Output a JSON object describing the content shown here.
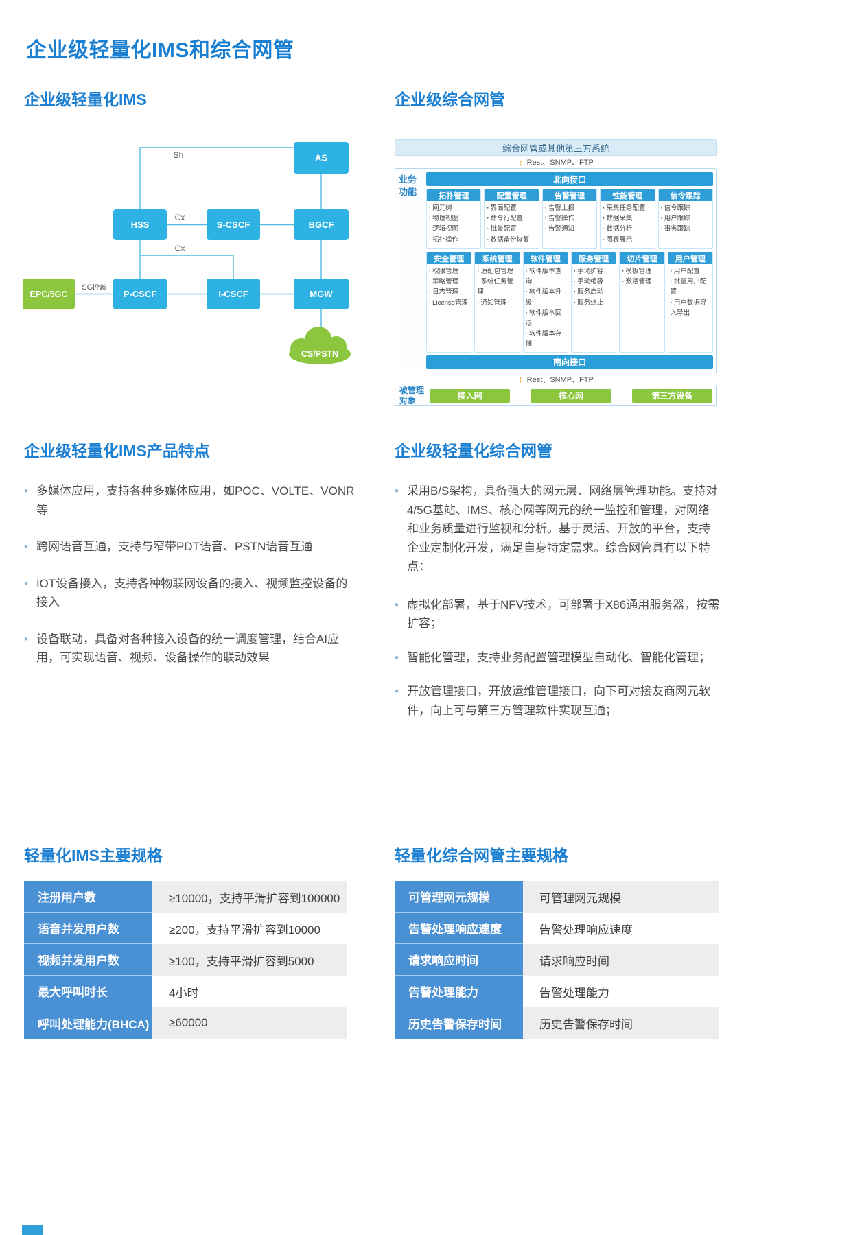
{
  "colors": {
    "heading_blue": "#1b7fd2",
    "node_cyan": "#2eb2e4",
    "node_green": "#8cc63f",
    "bar_blue": "#2a9ed9",
    "table_label_blue": "#4a90d4"
  },
  "icons": {
    "protocol_arrow": "↕"
  },
  "page": {
    "title": "企业级轻量化IMS和综合网管"
  },
  "ims": {
    "heading": "企业级轻量化IMS",
    "nodes": {
      "as": "AS",
      "hss": "HSS",
      "scscf": "S-CSCF",
      "bgcf": "BGCF",
      "epc": "EPC/5GC",
      "pcscf": "P-CSCF",
      "icscf": "I-CSCF",
      "mgw": "MGW",
      "cspstn": "CS/PSTN"
    },
    "links": {
      "sh": "Sh",
      "cx_top": "Cx",
      "cx_bottom": "Cx",
      "sgi": "SGi/N6"
    }
  },
  "nms": {
    "heading": "企业级综合网管",
    "diagram": {
      "top_system": "综合网管或其他第三方系统",
      "protocol": "Rest、SNMP、FTP",
      "side_top": "业务\n功能",
      "north_bar": "北向接口",
      "south_bar": "南向接口",
      "side_bottom": "被管理\n对象",
      "row1": [
        {
          "title": "拓扑管理",
          "items": [
            "网元树",
            "物理视图",
            "逻辑视图",
            "拓扑操作"
          ]
        },
        {
          "title": "配置管理",
          "items": [
            "界面配置",
            "命令行配置",
            "批量配置",
            "数据备份恢复"
          ]
        },
        {
          "title": "告警管理",
          "items": [
            "告警上报",
            "告警操作",
            "告警通知"
          ]
        },
        {
          "title": "性能管理",
          "items": [
            "采集任务配置",
            "数据采集",
            "数据分析",
            "图表展示"
          ]
        },
        {
          "title": "信令跟踪",
          "items": [
            "信令跟踪",
            "用户跟踪",
            "事务跟踪"
          ]
        }
      ],
      "row2": [
        {
          "title": "安全管理",
          "items": [
            "权限管理",
            "策略管理",
            "日志管理",
            "License管理"
          ]
        },
        {
          "title": "系统管理",
          "items": [
            "适配包管理",
            "系统任务管理",
            "通知管理"
          ]
        },
        {
          "title": "软件管理",
          "items": [
            "软件版本查询",
            "软件版本升级",
            "软件版本回退",
            "软件版本存储"
          ]
        },
        {
          "title": "服务管理",
          "items": [
            "手动扩容",
            "手动缩容",
            "服务启动",
            "服务终止"
          ]
        },
        {
          "title": "切片管理",
          "items": [
            "模板管理",
            "激活管理"
          ]
        },
        {
          "title": "用户管理",
          "items": [
            "用户配置",
            "批量用户配置",
            "用户数据导入导出"
          ]
        }
      ],
      "managed": [
        "接入网",
        "核心网",
        "第三方设备"
      ]
    }
  },
  "ims_features": {
    "heading": "企业级轻量化IMS产品特点",
    "bullets": [
      "多媒体应用，支持各种多媒体应用，如POC、VOLTE、VONR等",
      "跨网语音互通，支持与窄带PDT语音、PSTN语音互通",
      "IOT设备接入，支持各种物联网设备的接入、视频监控设备的接入",
      "设备联动，具备对各种接入设备的统一调度管理，结合AI应用，可实现语音、视频、设备操作的联动效果"
    ]
  },
  "nms_features": {
    "heading": "企业级轻量化综合网管",
    "bullets": [
      "采用B/S架构，具备强大的网元层、网络层管理功能。支持对4/5G基站、IMS、核心网等网元的统一监控和管理，对网络和业务质量进行监视和分析。基于灵活、开放的平台，支持企业定制化开发，满足自身特定需求。综合网管具有以下特点：",
      "虚拟化部署，基于NFV技术，可部署于X86通用服务器，按需扩容；",
      "智能化管理，支持业务配置管理模型自动化、智能化管理；",
      "开放管理接口，开放运维管理接口，向下可对接友商网元软件，向上可与第三方管理软件实现互通；"
    ]
  },
  "ims_specs": {
    "heading": "轻量化IMS主要规格",
    "rows": [
      {
        "label": "注册用户数",
        "value": "≥10000，支持平滑扩容到100000"
      },
      {
        "label": "语音并发用户数",
        "value": "≥200，支持平滑扩容到10000"
      },
      {
        "label": "视频并发用户数",
        "value": "≥100，支持平滑扩容到5000"
      },
      {
        "label": "最大呼叫时长",
        "value": "4小时"
      },
      {
        "label": "呼叫处理能力(BHCA)",
        "value": "≥60000"
      }
    ]
  },
  "nms_specs": {
    "heading": "轻量化综合网管主要规格",
    "rows": [
      {
        "label": "可管理网元规模",
        "value": "可管理网元规模"
      },
      {
        "label": "告警处理响应速度",
        "value": "告警处理响应速度"
      },
      {
        "label": "请求响应时间",
        "value": "请求响应时间"
      },
      {
        "label": "告警处理能力",
        "value": "告警处理能力"
      },
      {
        "label": "历史告警保存时间",
        "value": "历史告警保存时间"
      }
    ]
  }
}
